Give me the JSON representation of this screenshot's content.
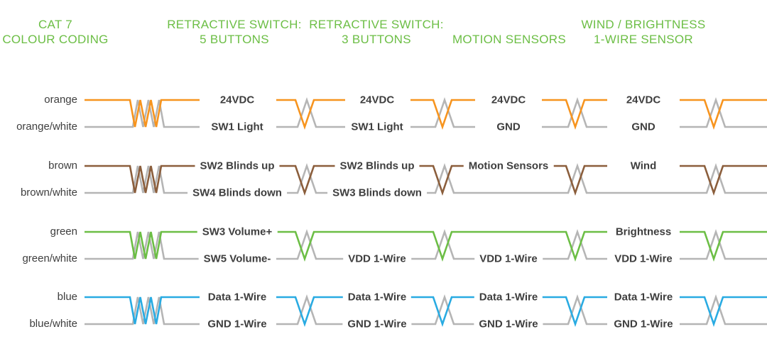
{
  "colors": {
    "header_green": "#6CBE45",
    "label_text": "#3E3E3E",
    "orange": "#F7941E",
    "brown": "#8B5E3C",
    "green": "#6CBE45",
    "blue": "#29ABE2",
    "gray": "#B5B5B5"
  },
  "headers": [
    {
      "id": "cat7",
      "line1": "CAT 7",
      "line2": "COLOUR CODING"
    },
    {
      "id": "switch5",
      "line1": "RETRACTIVE SWITCH:",
      "line2": "5 BUTTONS"
    },
    {
      "id": "switch3",
      "line1": "RETRACTIVE SWITCH:",
      "line2": "3 BUTTONS"
    },
    {
      "id": "motion",
      "line1": "",
      "line2": "MOTION SENSORS"
    },
    {
      "id": "wind",
      "line1": "WIND / BRIGHTNESS",
      "line2": "1-WIRE SENSOR"
    }
  ],
  "pairs": [
    {
      "pair": "orange",
      "wire_top": "orange",
      "wire_bottom": "orange/white",
      "labels": {
        "switch5": {
          "top": "24VDC",
          "bottom": "SW1 Light"
        },
        "switch3": {
          "top": "24VDC",
          "bottom": "SW1 Light"
        },
        "motion": {
          "top": "24VDC",
          "bottom": "GND"
        },
        "wind": {
          "top": "24VDC",
          "bottom": "GND"
        }
      }
    },
    {
      "pair": "brown",
      "wire_top": "brown",
      "wire_bottom": "brown/white",
      "labels": {
        "switch5": {
          "top": "SW2 Blinds up",
          "bottom": "SW4 Blinds down"
        },
        "switch3": {
          "top": "SW2 Blinds up",
          "bottom": "SW3 Blinds down"
        },
        "motion": {
          "top": "Motion Sensors"
        },
        "wind": {
          "top": "Wind"
        }
      }
    },
    {
      "pair": "green",
      "wire_top": "green",
      "wire_bottom": "green/white",
      "labels": {
        "switch5": {
          "top": "SW3 Volume+",
          "bottom": "SW5 Volume-"
        },
        "switch3": {
          "bottom": "VDD 1-Wire"
        },
        "motion": {
          "bottom": "VDD 1-Wire"
        },
        "wind": {
          "top": "Brightness",
          "bottom": "VDD 1-Wire"
        }
      }
    },
    {
      "pair": "blue",
      "wire_top": "blue",
      "wire_bottom": "blue/white",
      "labels": {
        "switch5": {
          "top": "Data 1-Wire",
          "bottom": "GND 1-Wire"
        },
        "switch3": {
          "top": "Data 1-Wire",
          "bottom": "GND 1-Wire"
        },
        "motion": {
          "top": "Data 1-Wire",
          "bottom": "GND 1-Wire"
        },
        "wind": {
          "top": "Data 1-Wire",
          "bottom": "GND 1-Wire"
        }
      }
    }
  ]
}
